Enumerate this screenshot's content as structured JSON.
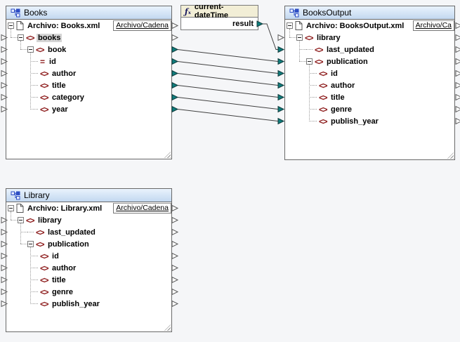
{
  "colors": {
    "canvas_bg": "#f5f6f8",
    "component_border": "#696969",
    "header_gradient_top": "#e9f3fd",
    "header_gradient_bottom": "#c3d8f0",
    "function_header_bg": "#f2eed6",
    "connector_teal": "#0e7d7d",
    "node_icon_maroon": "#8c1a1a",
    "connection_line": "#3f3f3f",
    "selection_bg": "#d5d5d5"
  },
  "icons": {
    "element_glyph": "<>",
    "attribute_glyph": "=",
    "fx_glyph": "ƒₓ",
    "tree_structure_icon": "component-tree-icon",
    "document_icon": "file-icon"
  },
  "components": [
    {
      "title": "Books",
      "file_label": "Archivo: Books.xml",
      "file_button": "Archivo/Cadena",
      "rows": [
        {
          "label": "books",
          "selected": true
        },
        {
          "label": "book"
        },
        {
          "label": "id",
          "kind": "attribute"
        },
        {
          "label": "author"
        },
        {
          "label": "title"
        },
        {
          "label": "category"
        },
        {
          "label": "year"
        }
      ]
    },
    {
      "title": "BooksOutput",
      "file_label": "Archivo: BooksOutput.xml",
      "file_button": "Archivo/Ca",
      "rows": [
        {
          "label": "library"
        },
        {
          "label": "last_updated"
        },
        {
          "label": "publication"
        },
        {
          "label": "id"
        },
        {
          "label": "author"
        },
        {
          "label": "title"
        },
        {
          "label": "genre"
        },
        {
          "label": "publish_year"
        }
      ]
    },
    {
      "title": "Library",
      "file_label": "Archivo: Library.xml",
      "file_button": "Archivo/Cadena",
      "rows": [
        {
          "label": "library"
        },
        {
          "label": "last_updated"
        },
        {
          "label": "publication"
        },
        {
          "label": "id"
        },
        {
          "label": "author"
        },
        {
          "label": "title"
        },
        {
          "label": "genre"
        },
        {
          "label": "publish_year"
        }
      ]
    }
  ],
  "function_box": {
    "name": "current-dateTime",
    "output_label": "result"
  },
  "connections": [
    {
      "from": "current-dateTime.result",
      "to": "BooksOutput.last_updated"
    },
    {
      "from": "Books.book",
      "to": "BooksOutput.publication"
    },
    {
      "from": "Books.id",
      "to": "BooksOutput.id"
    },
    {
      "from": "Books.author",
      "to": "BooksOutput.author"
    },
    {
      "from": "Books.title",
      "to": "BooksOutput.title"
    },
    {
      "from": "Books.category",
      "to": "BooksOutput.genre"
    },
    {
      "from": "Books.year",
      "to": "BooksOutput.publish_year"
    }
  ]
}
